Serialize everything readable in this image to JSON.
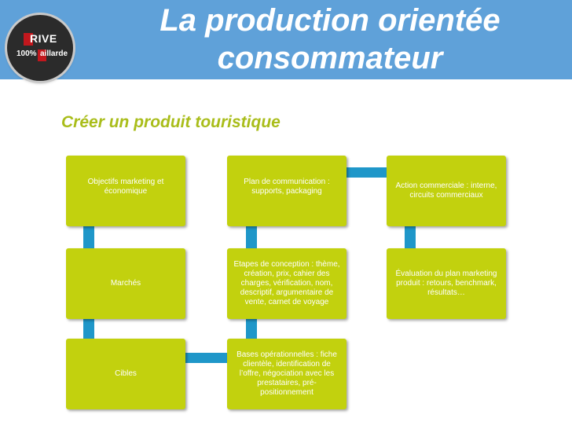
{
  "header": {
    "title": "La production orientée consommateur",
    "logo_text_main": "RIVE",
    "logo_text_sub": "100%",
    "logo_text_sub2": "aillarde"
  },
  "subtitle": "Créer un produit touristique",
  "boxes": {
    "objectifs": "Objectifs marketing et économique",
    "marches": "Marchés",
    "cibles": "Cibles",
    "plan_com": "Plan de communication : supports, packaging",
    "etapes": "Etapes de conception : thème, création, prix, cahier des charges, vérification, nom, descriptif, argumentaire de vente, carnet de voyage",
    "bases": "Bases opérationnelles : fiche clientèle, identification de l’offre, négociation avec les prestataires, pré-positionnement",
    "action": "Action commerciale : interne, circuits commerciaux",
    "evaluation": "Évaluation du plan marketing produit : retours, benchmark, résultats…"
  },
  "colors": {
    "header_bg": "#5fa1d9",
    "box_bg": "#c2d10e",
    "connector": "#1f97c9",
    "subtitle": "#a9bd1a"
  }
}
